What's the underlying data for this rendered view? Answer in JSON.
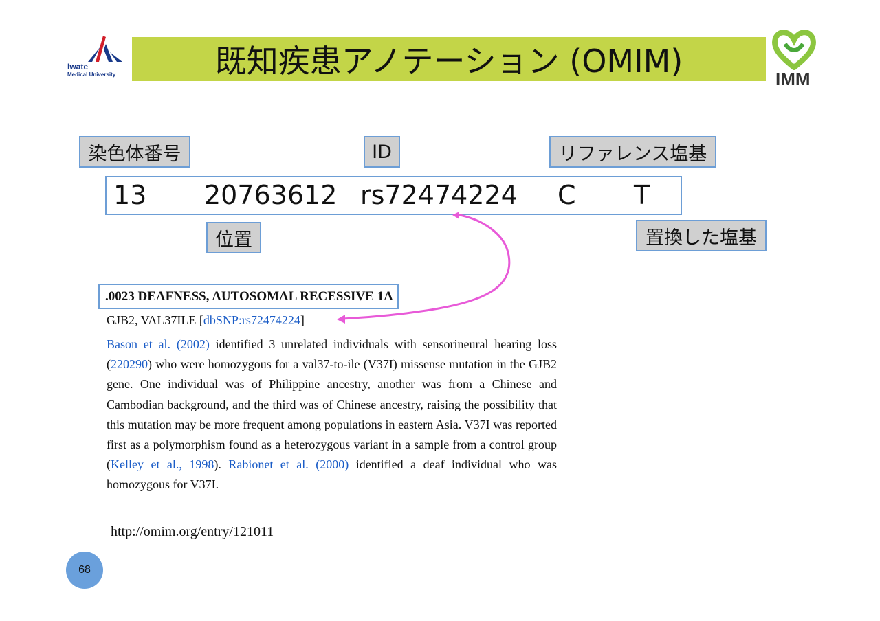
{
  "header": {
    "title": "既知疾患アノテーション (OMIM)",
    "university_logo": {
      "name": "Iwate",
      "subtitle": "Medical University"
    },
    "imm_logo": {
      "text": "IMM"
    }
  },
  "labels": {
    "chromosome": "染色体番号",
    "id": "ID",
    "reference_base": "リファレンス塩基",
    "position": "位置",
    "alt_base": "置換した塩基"
  },
  "vcf_line": {
    "chrom": "13",
    "pos": "20763612",
    "id": "rs72474224",
    "ref": "C",
    "alt": "T"
  },
  "omim": {
    "heading": ".0023  DEAFNESS, AUTOSOMAL RECESSIVE 1A",
    "subheading_prefix": "GJB2, VAL37ILE [",
    "subheading_link": "dbSNP:rs72474224",
    "subheading_suffix": "]",
    "body": {
      "link_bason": "Bason et al. (2002)",
      "t1": " identified 3 unrelated individuals with sensorineural hearing loss (",
      "link_220290": "220290",
      "t2": ") who were homozygous for a val37-to-ile (V37I) missense mutation in the GJB2 gene. One individual was of Philippine ancestry, another was from a Chinese and Cambodian background, and the third was of Chinese ancestry, raising the possibility that this mutation may be more frequent among populations in eastern Asia. V37I was reported first as a polymorphism found as a heterozygous variant in a sample from a control group (",
      "link_kelley": "Kelley et al., 1998",
      "t3": "). ",
      "link_rabionet": "Rabionet et al. (2000)",
      "t4": " identified a deaf individual who was homozygous for V37I."
    },
    "url": "http://omim.org/entry/121011"
  },
  "page_number": "68",
  "colors": {
    "title_bar": "#c3d548",
    "label_border": "#6d9ed6",
    "label_fill": "#d0d0d0",
    "arrow": "#e85ad8",
    "link": "#1a5cc7",
    "page_badge": "#6aa0dc"
  }
}
